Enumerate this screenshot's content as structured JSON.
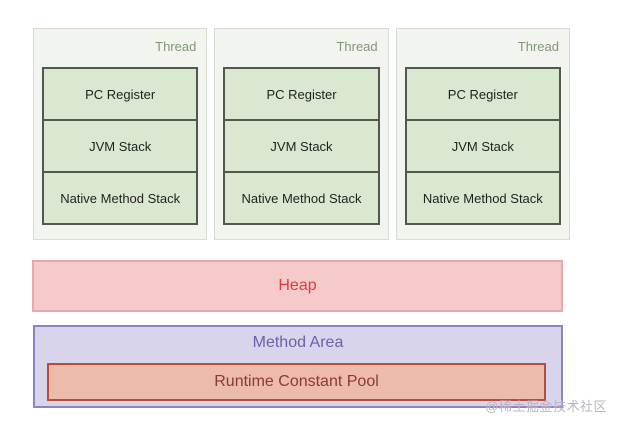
{
  "diagram": {
    "threads": [
      {
        "label": "Thread",
        "components": [
          "PC Register",
          "JVM Stack",
          "Native Method Stack"
        ]
      },
      {
        "label": "Thread",
        "components": [
          "PC Register",
          "JVM Stack",
          "Native Method Stack"
        ]
      },
      {
        "label": "Thread",
        "components": [
          "PC Register",
          "JVM Stack",
          "Native Method Stack"
        ]
      }
    ],
    "heap": {
      "label": "Heap"
    },
    "method_area": {
      "label": "Method Area",
      "runtime_constant_pool": {
        "label": "Runtime Constant Pool"
      }
    },
    "watermark": "@稀土掘金技术社区"
  },
  "colors": {
    "page_bg": "#ffffff",
    "thread_container_bg": "#f2f4ef",
    "thread_container_border": "#d8ddd3",
    "thread_label": "#7d9a72",
    "component_bg": "#dbe8d1",
    "component_border": "#53584f",
    "component_text": "#1f211d",
    "heap_bg": "#f6caca",
    "heap_border": "#e9a9a9",
    "heap_text": "#dd3c3c",
    "method_bg": "#d8d4eb",
    "method_border": "#8f82c0",
    "method_text": "#6c60ab",
    "rcp_bg": "#edbbac",
    "rcp_border": "#b74b3c",
    "rcp_text": "#8c3a2d",
    "watermark_text": "#b3aeb9"
  }
}
